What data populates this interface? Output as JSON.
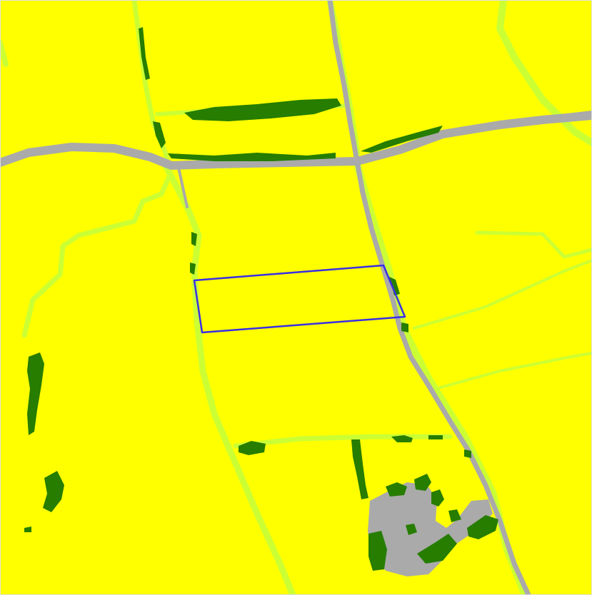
{
  "map": {
    "colors": {
      "farmland": "#ffff00",
      "grass_strip": "#ccff33",
      "road": "#aaaaaa",
      "settlement": "#aaaaaa",
      "woodland": "#267d00",
      "parcel_outline": "#3a2ee6",
      "frame": "#e0e0e0"
    },
    "layers": [
      "farmland",
      "grass_strip",
      "road",
      "settlement",
      "woodland",
      "parcel_outline"
    ]
  }
}
